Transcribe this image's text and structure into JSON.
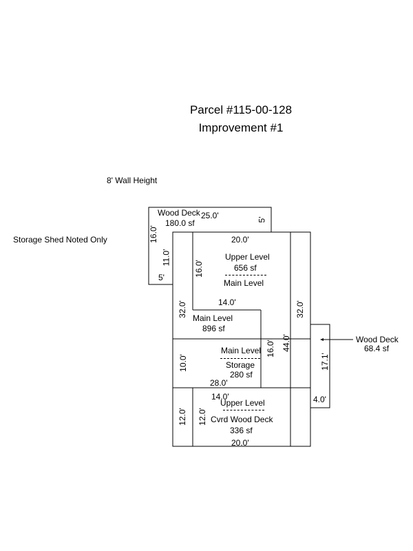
{
  "header": {
    "title": "Parcel #115-00-128",
    "subtitle": "Improvement #1"
  },
  "notes": {
    "wall_height": "8' Wall Height",
    "storage_shed": "Storage Shed Noted Only"
  },
  "areas": {
    "wood_deck_left": {
      "label": "Wood Deck",
      "area": "180.0 sf"
    },
    "upper_level": {
      "label": "Upper Level",
      "area": "656 sf",
      "below": "Main Level"
    },
    "main_level": {
      "label": "Main Level",
      "area": "896 sf"
    },
    "storage": {
      "above": "Main Level",
      "label": "Storage",
      "area": "280 sf"
    },
    "cvrd_deck": {
      "above": "Upper Level",
      "label": "Cvrd Wood Deck",
      "area": "336 sf"
    },
    "wood_deck_right": {
      "label": "Wood Deck",
      "area": "68.4 sf"
    }
  },
  "dimensions": {
    "deck_top": "25.0'",
    "deck_right": "5'",
    "deck_left": "16.0'",
    "deck_inner": "11.0'",
    "deck_bottom": "5'",
    "upper_top": "20.0'",
    "upper_left": "16.0'",
    "notch": "14.0'",
    "main_left": "32.0'",
    "main_right": "32.0'",
    "storage_left": "10.0'",
    "storage_right": "16.0'",
    "overall_right": "44.0'",
    "storage_bottom": "28.0'",
    "cvrd_top": "14.0'",
    "cvrd_left_outer": "12.0'",
    "cvrd_left_inner": "12.0'",
    "cvrd_bottom": "20.0'",
    "right_deck_side": "17.1'",
    "right_deck_bottom": "4.0'"
  }
}
